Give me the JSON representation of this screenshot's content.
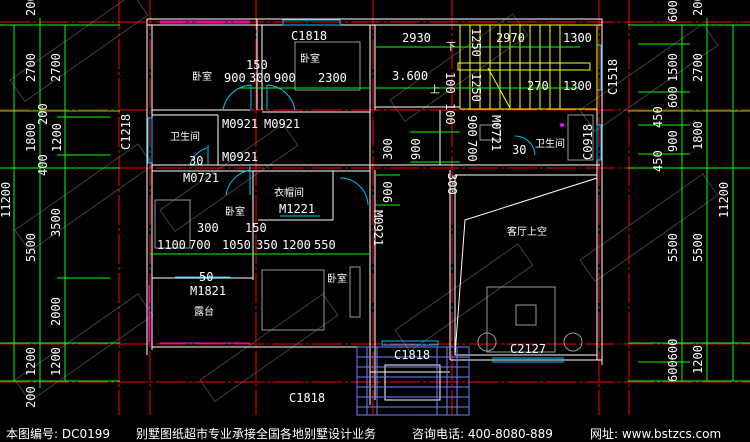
{
  "watermark": {
    "brand": "别墅图纸超市",
    "url": "www.bstzcs.com"
  },
  "rooms": {
    "bedroom_nw": "卧室",
    "bedroom_n": "卧室",
    "bath_w": "卫生间",
    "bath_e": "卫生间",
    "closet": "衣帽间",
    "bedroom_w": "卧室",
    "bedroom_s": "卧室",
    "terrace": "露台",
    "living_void": "客厅上空",
    "stair_down": "下",
    "stair_up": "上"
  },
  "openings": {
    "c1818_top": "C1818",
    "c1218": "C1218",
    "c1518": "C1518",
    "c0918": "C0918",
    "c1818_balcony": "C1818",
    "c1818_bottom": "C1818",
    "c2127": "C2127",
    "m0921_a": "M0921",
    "m0921_b": "M0921",
    "m0921_c": "M0921",
    "m0921_d": "M0921",
    "m0721_a": "M0721",
    "m0721_b": "M0721",
    "m1221": "M1221",
    "m1821": "M1821"
  },
  "inner_dims": {
    "d150a": "150",
    "d900a": "900",
    "d300a": "300",
    "d900b": "900",
    "d2300": "2300",
    "d30a": "30",
    "d2930": "2930",
    "elev": "3.600",
    "d2970": "2970",
    "d1300a": "1300",
    "d1300b": "1300",
    "d270": "270",
    "d1250a": "1250",
    "d1250b": "1250",
    "d100a": "100",
    "d100b": "100",
    "d900c": "900",
    "d700a": "700",
    "d900d": "900",
    "d300b": "300",
    "d900e": "900",
    "d300c": "300",
    "d30b": "30",
    "d300d": "300",
    "d150b": "150",
    "d1100": "1100",
    "d700b": "700",
    "d1050": "1050",
    "d350": "350",
    "d1200": "1200",
    "d550": "550",
    "d50": "50"
  },
  "left_dims": {
    "top200": "200",
    "o2700": "2700",
    "i2700": "2700",
    "i200": "200",
    "o1800": "1800",
    "i1200": "1200",
    "i400": "400",
    "total": "11200",
    "i3500": "3500",
    "o5500": "5500",
    "i2000": "2000",
    "o1200": "1200",
    "i1200b": "1200",
    "bot200": "200"
  },
  "right_dims": {
    "i600": "600",
    "o200": "200",
    "i1500": "1500",
    "o2700": "2700",
    "i600b": "600",
    "i450": "450",
    "i900": "900",
    "o1800": "1800",
    "i450b": "450",
    "total": "11200",
    "i5500": "5500",
    "o5500": "5500",
    "i600600": "600600",
    "o1200": "1200"
  },
  "footer": {
    "drawing_no": "本图编号: DC0199",
    "slogan": "别墅图纸超市专业承接全国各地别墅设计业务",
    "phone": "咨询电话: 400-8080-889",
    "website": "网址: www.bstzcs.com"
  }
}
